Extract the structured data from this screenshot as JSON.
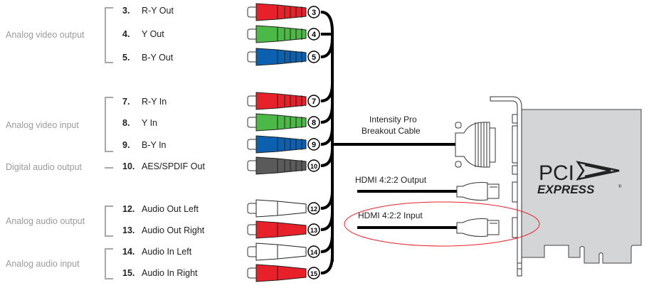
{
  "groups": [
    {
      "label": "Analog video output"
    },
    {
      "label": "Analog video input"
    },
    {
      "label": "Digital audio output"
    },
    {
      "label": "Analog audio output"
    },
    {
      "label": "Analog audio input"
    }
  ],
  "connectors": [
    {
      "num": "3.",
      "badge": "3",
      "label": "R-Y Out",
      "color": "#e8202a"
    },
    {
      "num": "4.",
      "badge": "4",
      "label": "Y Out",
      "color": "#4cb848"
    },
    {
      "num": "5.",
      "badge": "5",
      "label": "B-Y Out",
      "color": "#0d5fb0"
    },
    {
      "num": "7.",
      "badge": "7",
      "label": "R-Y In",
      "color": "#e8202a"
    },
    {
      "num": "8.",
      "badge": "8",
      "label": "Y In",
      "color": "#4cb848"
    },
    {
      "num": "9.",
      "badge": "9",
      "label": "B-Y In",
      "color": "#0d5fb0"
    },
    {
      "num": "10.",
      "badge": "10",
      "label": "AES/SPDIF Out",
      "color": "#5a5a5a"
    },
    {
      "num": "12.",
      "badge": "12",
      "label": "Audio Out Left",
      "color": "#ffffff"
    },
    {
      "num": "13.",
      "badge": "13",
      "label": "Audio Out Right",
      "color": "#e8202a"
    },
    {
      "num": "14.",
      "badge": "14",
      "label": "Audio In Left",
      "color": "#ffffff"
    },
    {
      "num": "15.",
      "badge": "15",
      "label": "Audio In Right",
      "color": "#e8202a"
    }
  ],
  "cables": {
    "breakout_line1": "Intensity Pro",
    "breakout_line2": "Breakout Cable",
    "hdmi_output": "HDMI 4:2:2 Output",
    "hdmi_input": "HDMI 4:2:2 Input"
  },
  "card": {
    "logo_top": "PCI",
    "logo_bottom": "EXPRESS",
    "logo_mark": "®",
    "board_color": "#d4d5d7"
  },
  "highlight": {
    "target": "HDMI 4:2:2 Input",
    "color": "#e8202a"
  }
}
